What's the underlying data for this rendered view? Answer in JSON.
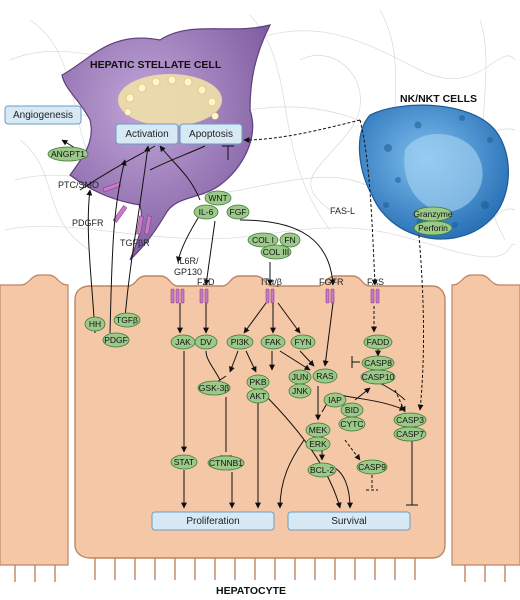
{
  "titles": {
    "stellate": "HEPATIC STELLATE CELL",
    "nk": "NK/NKT CELLS",
    "hepatocyte": "HEPATOCYTE"
  },
  "boxes": {
    "angiogenesis": "Angiogenesis",
    "activation": "Activation",
    "apoptosis": "Apoptosis",
    "proliferation": "Proliferation",
    "survival": "Survival"
  },
  "receptor_labels": {
    "ptc_smo": "PTC/SMO",
    "pdgfr": "PDGFR",
    "tgfbr": "TGFβR",
    "il6r_1": "IL6R/",
    "il6r_2": "GP130",
    "fzd": "FZD",
    "integrin": "ITα/β",
    "fgfr_rec": "FGFR",
    "fas_rec": "FAS",
    "fas_l": "FAS-L"
  },
  "nodes": {
    "angpt1": "ANGPT1",
    "wnt": "WNT",
    "il6": "IL-6",
    "fgf": "FGF",
    "col1": "COL I",
    "fn": "FN",
    "col3": "COL III",
    "granzyme": "Granzyme",
    "perforin": "Perforin",
    "hh": "HH",
    "pdgf": "PDGF",
    "tgfb": "TGFβ",
    "jak": "JAK",
    "stat": "STAT",
    "dv": "DV",
    "gsk3b": "GSK-3β",
    "ctnnb1": "CTNNB1",
    "pi3k": "PI3K",
    "pkb": "PKB",
    "akt": "AKT",
    "fak": "FAK",
    "jun": "JUN",
    "jnk": "JNK",
    "fyn": "FYN",
    "ras": "RAS",
    "mek": "MEK",
    "erk": "ERK",
    "bcl2": "BCL-2",
    "iap": "IAP",
    "bid": "BID",
    "cytc": "CYTC",
    "fadd": "FADD",
    "casp8": "CASP8",
    "casp10": "CASP10",
    "casp3": "CASP3",
    "casp7": "CASP7",
    "casp9": "CASP9"
  },
  "colors": {
    "node_fill": "#9cc98a",
    "node_stroke": "#3d7a35",
    "box_fill": "#d6e9f5",
    "box_stroke": "#6b9bc4",
    "stellate_fill": "#9b7bb8",
    "nk_fill": "#3d8fd1",
    "hepatocyte_fill": "#f4c7a6",
    "hepatocyte_stroke": "#c08560"
  }
}
